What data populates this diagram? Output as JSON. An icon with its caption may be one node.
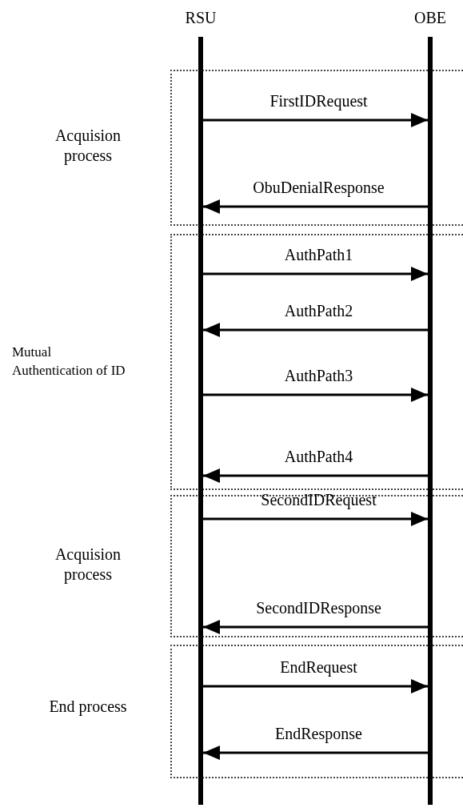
{
  "diagram": {
    "nodes": [
      {
        "text": [
          "RSU"
        ]
      },
      {
        "text": [
          "OBE"
        ]
      }
    ],
    "edges": [
      {
        "from": 0,
        "to": 1,
        "arrow": "to",
        "label": "FirstIDRequest"
      },
      {
        "from": 1,
        "to": 0,
        "arrow": "to",
        "label": "ObuDenialResponse"
      },
      {
        "from": 0,
        "to": 1,
        "arrow": "to",
        "label": "AuthPath1"
      },
      {
        "from": 1,
        "to": 0,
        "arrow": "to",
        "label": "AuthPath2"
      },
      {
        "from": 0,
        "to": 1,
        "arrow": "to",
        "label": "AuthPath3"
      },
      {
        "from": 1,
        "to": 0,
        "arrow": "to",
        "label": "AuthPath4"
      },
      {
        "from": 0,
        "to": 1,
        "arrow": "to",
        "label": "SecondIDRequest"
      },
      {
        "from": 1,
        "to": 0,
        "arrow": "to",
        "label": "SecondIDResponse"
      },
      {
        "from": 0,
        "to": 1,
        "arrow": "to",
        "label": "EndRequest"
      },
      {
        "from": 1,
        "to": 0,
        "arrow": "to",
        "label": "EndResponse"
      }
    ],
    "labels": [
      "Acquision process",
      "Mutual Authentication of ID",
      "Acquision process",
      "End process"
    ]
  }
}
